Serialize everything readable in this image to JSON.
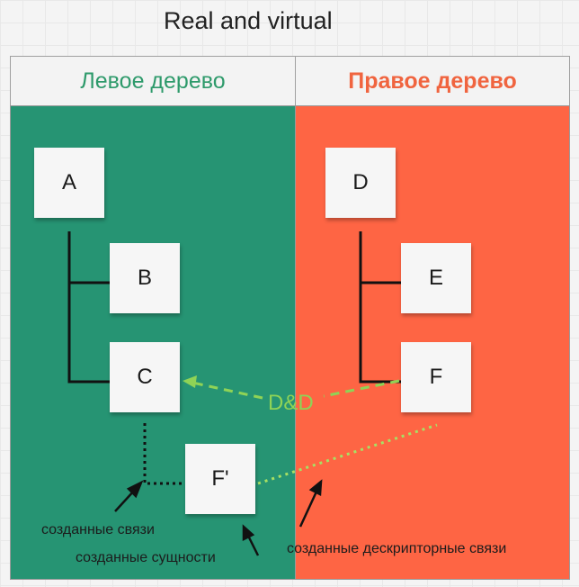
{
  "board": {
    "title": "Real and virtual"
  },
  "columns": [
    {
      "header": "Левое дерево",
      "color": "#269473"
    },
    {
      "header": "Правое дерево",
      "color": "#fe6544"
    }
  ],
  "nodes": {
    "a": "A",
    "b": "B",
    "c": "C",
    "f_prime": "F'",
    "d": "D",
    "e": "E",
    "f": "F"
  },
  "connector_labels": {
    "drag_drop": "D&D"
  },
  "captions": {
    "created_links": "созданные связи",
    "created_entities": "созданные сущности",
    "created_descriptor_links": "созданные дескрипторные связи"
  },
  "colors": {
    "left_header_text": "#2e9a6b",
    "right_header_text": "#f0643f",
    "dd_arrow": "#8fd356",
    "descriptor_link": "#a8e063"
  }
}
